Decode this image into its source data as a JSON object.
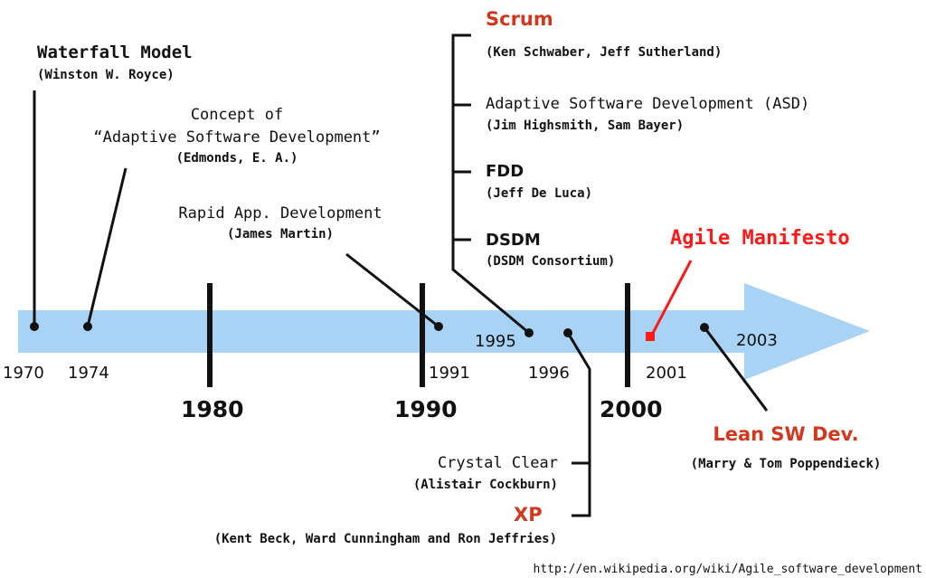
{
  "colors": {
    "arrow": "#a9d3f5",
    "ink": "#111111",
    "accent_red": "#d0391f",
    "manifesto_red": "#ff1a1a"
  },
  "years": {
    "y1970": "1970",
    "y1974": "1974",
    "y1980": "1980",
    "y1990": "1990",
    "y1991": "1991",
    "y1995": "1995",
    "y1996": "1996",
    "y2000": "2000",
    "y2001": "2001",
    "y2003": "2003"
  },
  "events": {
    "waterfall": {
      "title": "Waterfall Model",
      "author": "(Winston W. Royce)"
    },
    "asd_concept": {
      "line1": "Concept of",
      "line2": "“Adaptive Software Development”",
      "author": "(Edmonds, E. A.)"
    },
    "rad": {
      "title": "Rapid App. Development",
      "author": "(James Martin)"
    },
    "scrum": {
      "title": "Scrum",
      "author": "(Ken Schwaber, Jeff Sutherland)"
    },
    "asd": {
      "title": "Adaptive Software Development (ASD)",
      "author": "(Jim Highsmith, Sam Bayer)"
    },
    "fdd": {
      "title": "FDD",
      "author": "(Jeff De Luca)"
    },
    "dsdm": {
      "title": "DSDM",
      "author": "(DSDM Consortium)"
    },
    "manifesto": {
      "title": "Agile Manifesto"
    },
    "crystal": {
      "title": "Crystal Clear",
      "author": "(Alistair Cockburn)"
    },
    "xp": {
      "title": "XP",
      "author": "(Kent Beck, Ward Cunningham and Ron Jeffries)"
    },
    "lean": {
      "title": "Lean SW Dev.",
      "author": "(Marry & Tom Poppendieck)"
    }
  },
  "source_url": "http://en.wikipedia.org/wiki/Agile_software_development"
}
